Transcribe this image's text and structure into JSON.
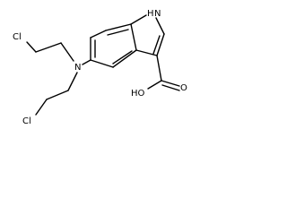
{
  "molecule": {
    "labels": {
      "nh": "H",
      "n_ring": "N",
      "n_amine": "N",
      "cl_top": "Cl",
      "cl_bottom": "Cl",
      "oh": "HO",
      "o_carbonyl": "O"
    }
  }
}
